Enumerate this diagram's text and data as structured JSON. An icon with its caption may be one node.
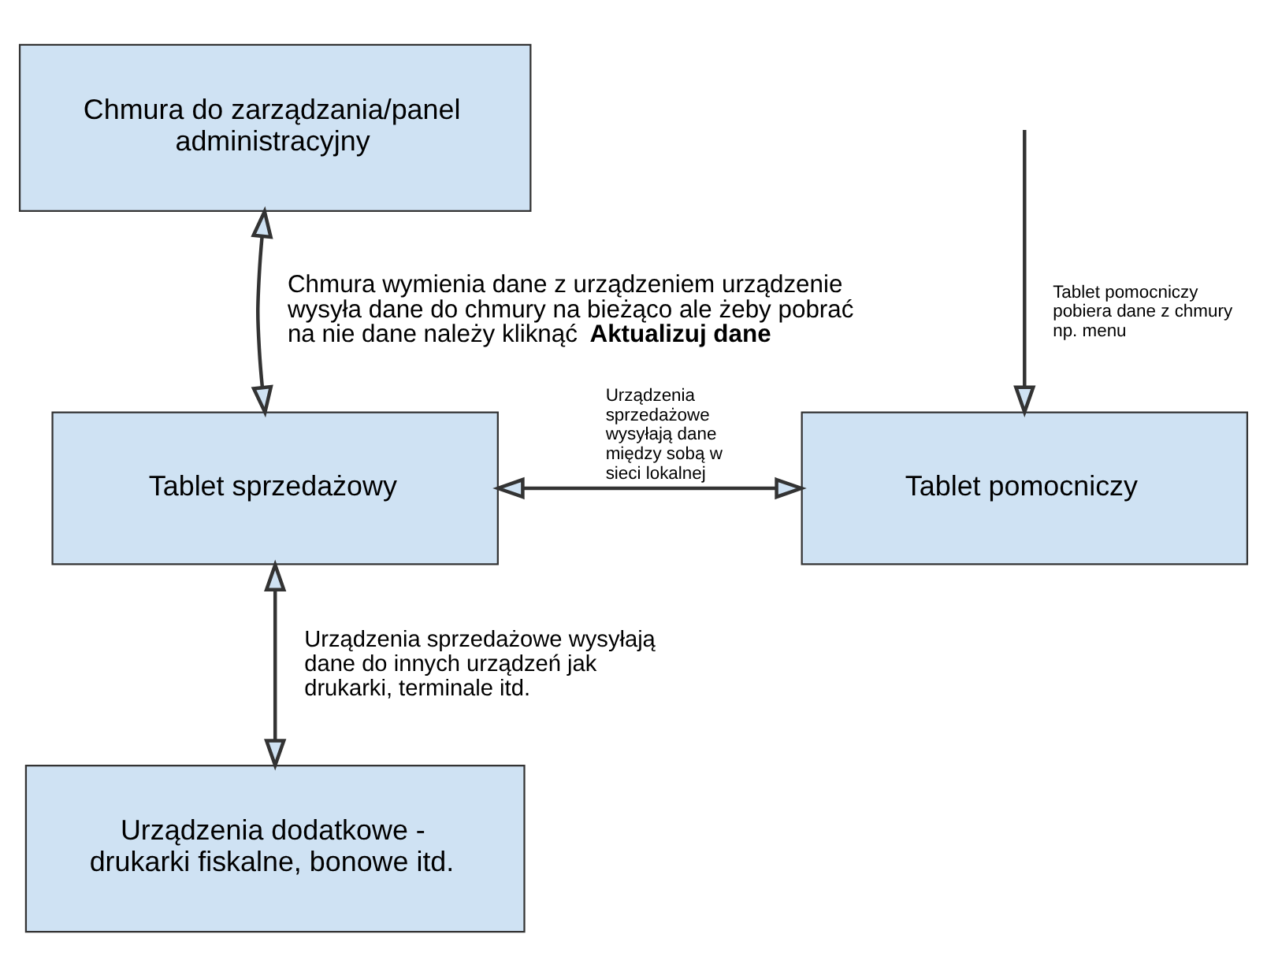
{
  "diagram": {
    "nodes": [
      {
        "text": [
          "Chmura do zarządzania/panel administracyjny"
        ]
      },
      {
        "text": [
          "Tablet sprzedażowy"
        ]
      },
      {
        "text": [
          "Tablet pomocniczy"
        ]
      },
      {
        "text": [
          "Urządzenia dodatkowe - drukarki fiskalne, bonowe itd."
        ]
      }
    ],
    "edges": [
      {
        "from": 0,
        "to": 1,
        "arrow": "both",
        "label": "Chmura wymienia dane z urządzeniem urządzenie wysyła dane do chmury na bieżąco ale żeby pobrać na nie dane należy kliknąć **Aktualizuj dane**"
      },
      {
        "from": null,
        "to": 2,
        "arrow": "to",
        "label": "Tablet pomocniczy pobiera dane z chmury np. menu"
      },
      {
        "from": 1,
        "to": 2,
        "arrow": "both",
        "label": "Urządzenia sprzedażowe wysyłają dane między sobą w sieci lokalnej"
      },
      {
        "from": 1,
        "to": 3,
        "arrow": "both",
        "label": "Urządzenia sprzedażowe wysyłają dane do innych urządzeń jak drukarki, terminale itd."
      }
    ]
  }
}
